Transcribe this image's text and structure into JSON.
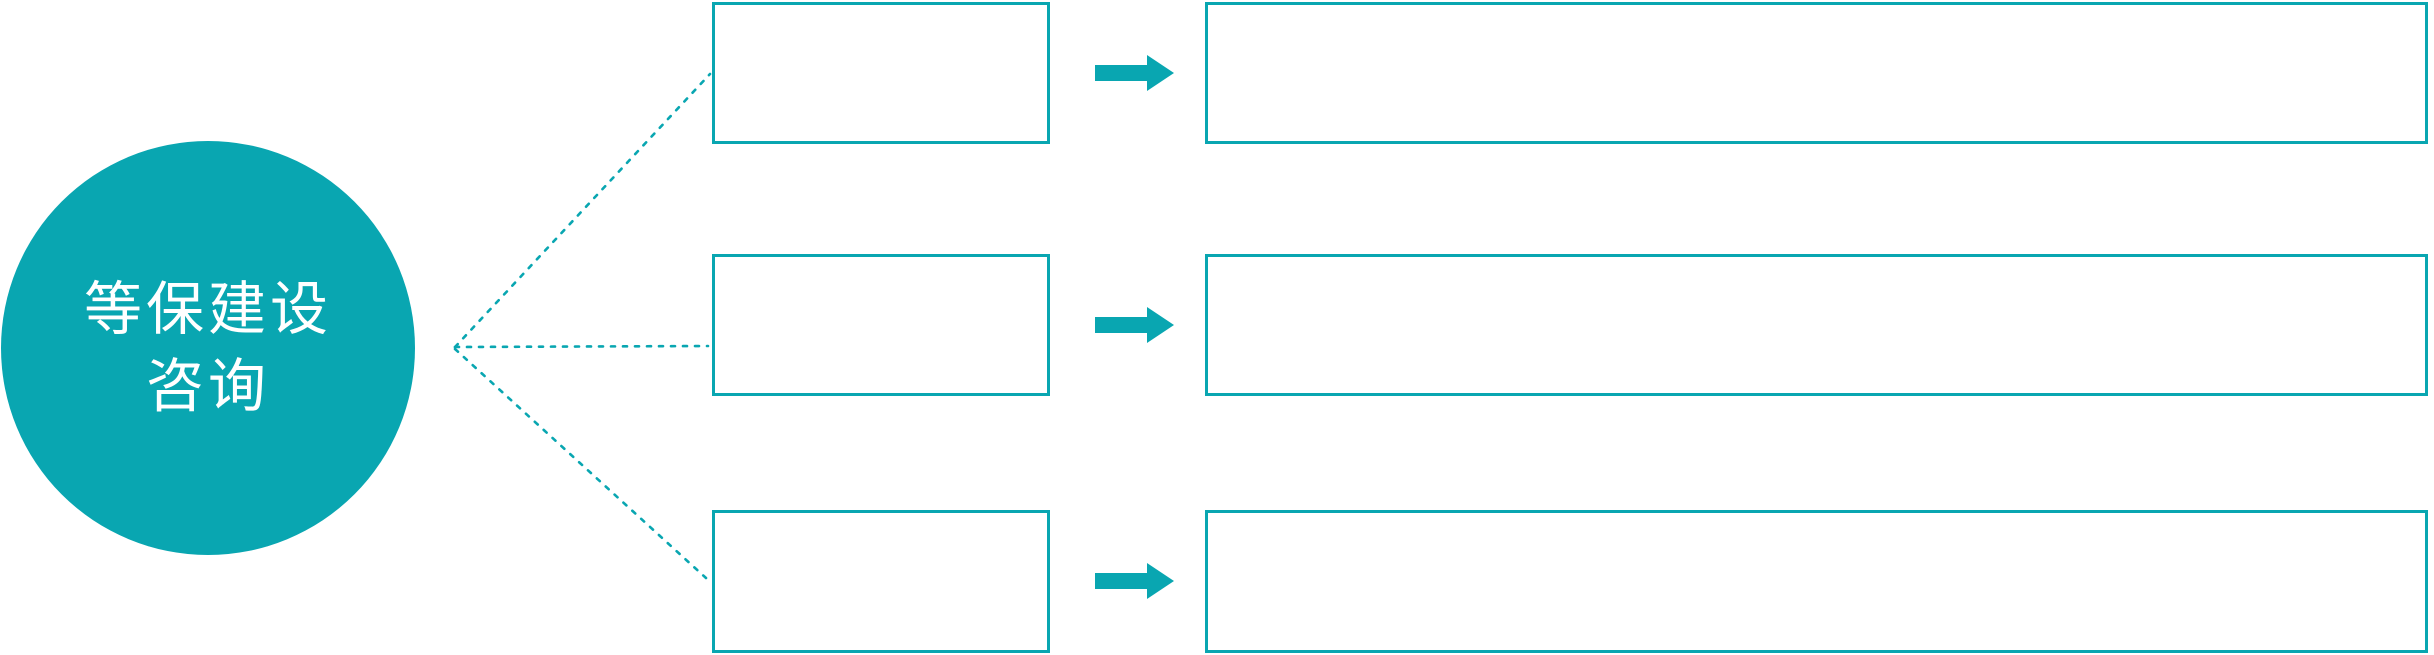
{
  "colors": {
    "accent": "#09a6b1",
    "background": "#ffffff",
    "circle_fill": "#09a6b1",
    "circle_text": "#ffffff",
    "box_fill": "#ffffff",
    "box_border": "#09a6b1"
  },
  "circle": {
    "label": "等保建设咨询",
    "line1": "等保建设",
    "line2": "咨询"
  },
  "rows": [
    {
      "category_label": "",
      "description": ""
    },
    {
      "category_label": "",
      "description": ""
    },
    {
      "category_label": "",
      "description": ""
    }
  ],
  "icons": {
    "right-arrow-icon": "➡",
    "connector-line": "dotted"
  }
}
